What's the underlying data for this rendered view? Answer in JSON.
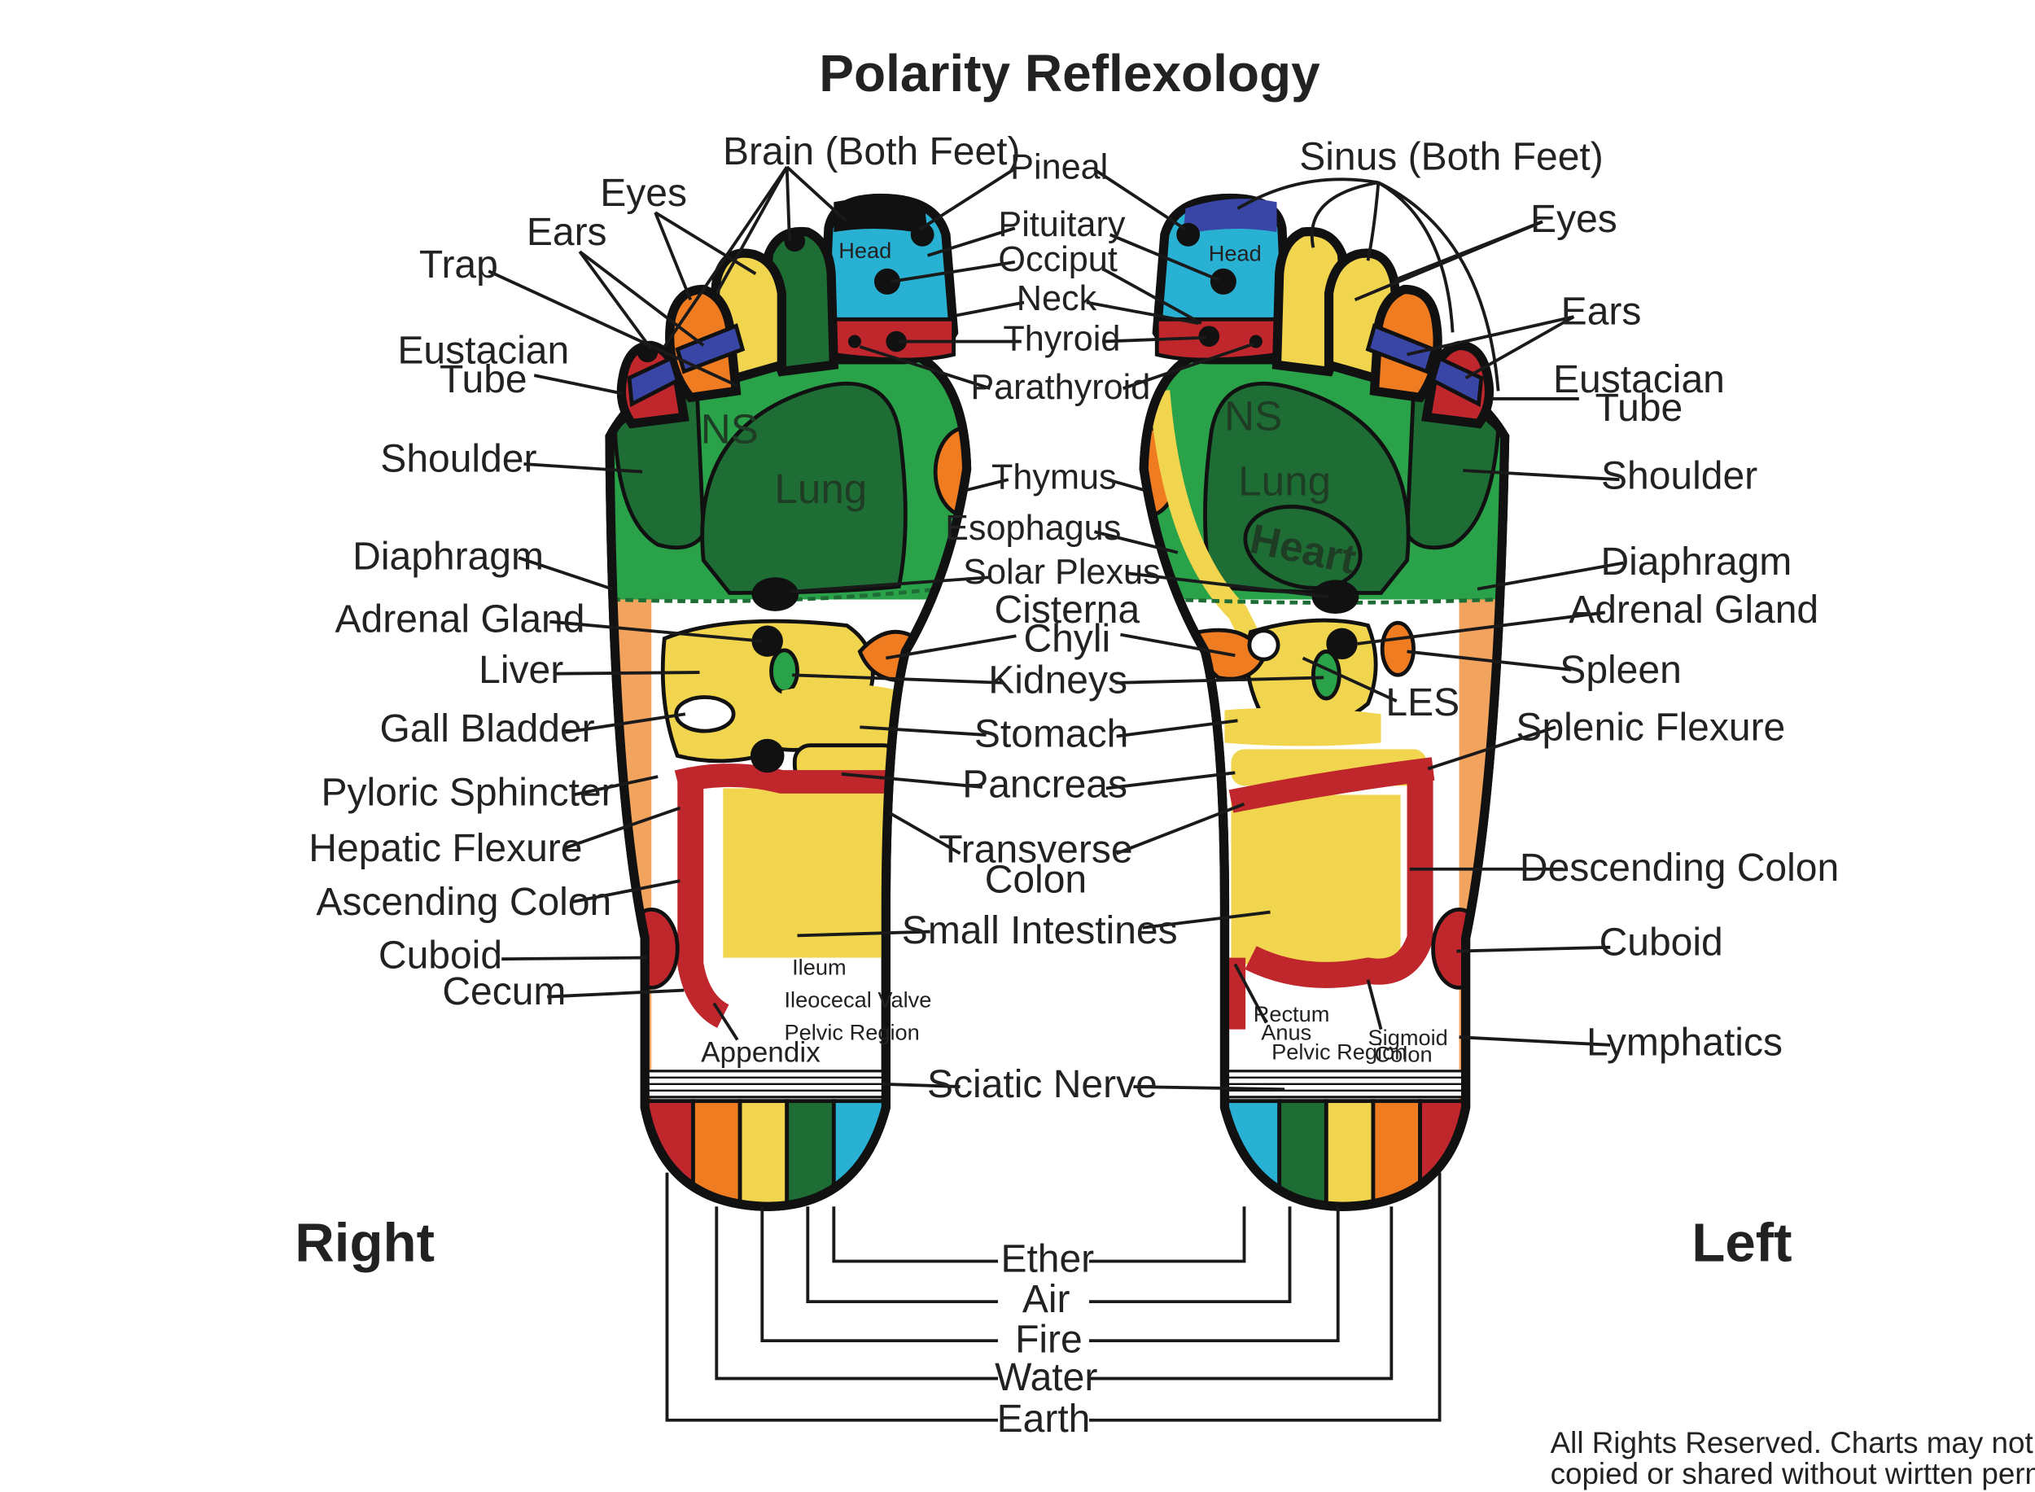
{
  "title": "Polarity Reflexology",
  "sides": {
    "right": "Right",
    "left": "Left"
  },
  "copyright": [
    "All Rights Reserved. Charts may not be reproduced,",
    "copied or shared without wirtten permission."
  ],
  "colors": {
    "red": "#c0272d",
    "orange": "#f07c22",
    "yellow": "#f1d54e",
    "dark_green": "#1e6d35",
    "green": "#2aa24a",
    "cyan": "#29b1d3",
    "blue": "#3a46a6",
    "peach": "#f2a35e",
    "outline": "#111111"
  },
  "element_bands": [
    "Earth",
    "Water",
    "Fire",
    "Air",
    "Ether"
  ],
  "foot_labels": {
    "head": "Head",
    "ns": "NS",
    "lung": "Lung",
    "heart": "Heart",
    "ileum": "Ileum",
    "ileocecal_valve": "Ileocecal Valve",
    "pelvic_region": "Pelvic Region",
    "appendix": "Appendix",
    "rectum": "Rectum",
    "anus": "Anus",
    "sigmoid": "Sigmoid",
    "colon": "Colon"
  },
  "labels": {
    "brain": "Brain (Both Feet)",
    "sinus": "Sinus (Both Feet)",
    "eyes": "Eyes",
    "ears": "Ears",
    "trap": "Trap",
    "eustacian_1": "Eustacian",
    "eustacian_2": "Tube",
    "shoulder": "Shoulder",
    "diaphragm": "Diaphragm",
    "adrenal_gland": "Adrenal Gland",
    "liver": "Liver",
    "gall_bladder": "Gall Bladder",
    "pyloric_sphincter": "Pyloric Sphincter",
    "hepatic_flexure": "Hepatic Flexure",
    "ascending_colon": "Ascending Colon",
    "cuboid": "Cuboid",
    "cecum": "Cecum",
    "pineal": "Pineal",
    "pituitary": "Pituitary",
    "occiput": "Occiput",
    "neck": "Neck",
    "thyroid": "Thyroid",
    "parathyroid": "Parathyroid",
    "thymus": "Thymus",
    "esophagus": "Esophagus",
    "solar_plexus": "Solar Plexus",
    "cisterna_1": "Cisterna",
    "cisterna_2": "Chyli",
    "kidneys": "Kidneys",
    "stomach": "Stomach",
    "pancreas": "Pancreas",
    "transverse_1": "Transverse",
    "transverse_2": "Colon",
    "small_intestines": "Small Intestines",
    "sciatic_nerve": "Sciatic Nerve",
    "les": "LES",
    "spleen": "Spleen",
    "splenic_flexure": "Splenic Flexure",
    "descending_colon": "Descending Colon",
    "lymphatics": "Lymphatics"
  }
}
